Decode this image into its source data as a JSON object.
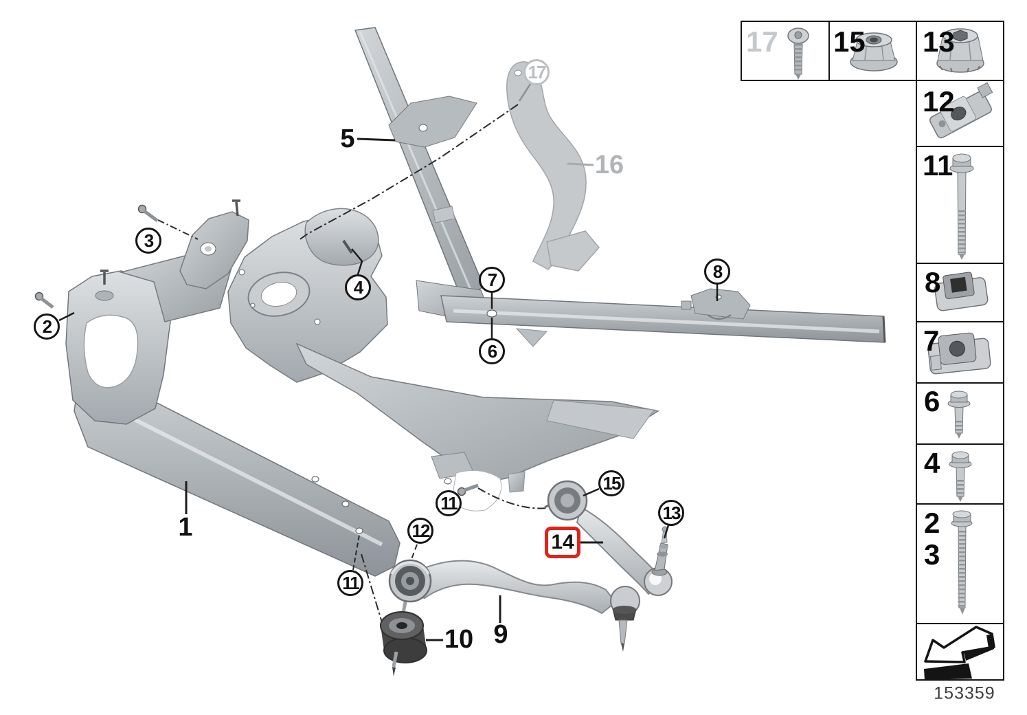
{
  "figure": {
    "part_number_label": "153359",
    "highlighted_callout": {
      "label": "14"
    },
    "circled_callouts": [
      {
        "label": "17",
        "grayed": true
      },
      {
        "label": "3"
      },
      {
        "label": "2"
      },
      {
        "label": "4"
      },
      {
        "label": "7"
      },
      {
        "label": "6"
      },
      {
        "label": "8"
      },
      {
        "label": "11"
      },
      {
        "label": "15"
      },
      {
        "label": "13"
      },
      {
        "label": "12"
      },
      {
        "label": "11"
      }
    ],
    "plain_callouts": [
      {
        "label": "5"
      },
      {
        "label": "16",
        "grayed": true
      },
      {
        "label": "1"
      },
      {
        "label": "9"
      },
      {
        "label": "10"
      }
    ]
  },
  "sidebar": {
    "cells": [
      {
        "label": "17",
        "grayed": true,
        "icon": "torx-screw-icon"
      },
      {
        "label": "15",
        "icon": "flange-nut-icon"
      },
      {
        "label": "13",
        "icon": "flange-lock-nut-icon"
      },
      {
        "label": "12",
        "icon": "cage-nut-icon"
      },
      {
        "label": "11",
        "icon": "long-flange-bolt-icon"
      },
      {
        "label": "8",
        "icon": "clip-nut-small-icon"
      },
      {
        "label": "7",
        "icon": "clip-nut-large-icon"
      },
      {
        "label": "6",
        "icon": "short-flange-bolt-icon"
      },
      {
        "label": "4",
        "icon": "medium-flange-bolt-icon"
      },
      {
        "label": "2",
        "label_secondary": "3",
        "icon": "long-hex-bolt-icon"
      },
      {
        "icon": "installation-direction-arrow-icon"
      }
    ]
  },
  "colors": {
    "highlight_red": "#e2231a",
    "grayed_part": "#c3c6c8",
    "line_black": "#1a1a1a",
    "metal_light": "#d9dcde",
    "metal_dark": "#9aa0a5"
  }
}
